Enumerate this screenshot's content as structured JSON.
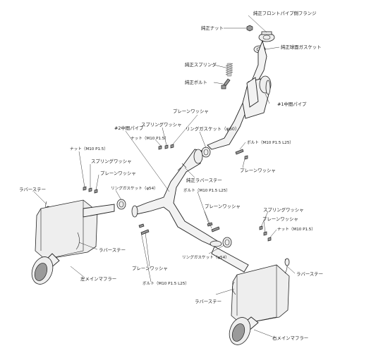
{
  "labels": {
    "front_pipe_flange": "純正フロントパイプ側フランジ",
    "oem_nut_top": "純正ナット",
    "oem_spherical_gasket": "純正球面ガスケット",
    "oem_spring": "純正スプリング",
    "oem_bolt": "純正ボルト",
    "mid_pipe_1": "#1中間パイプ",
    "plain_washer_upper": "プレーンワッシャ",
    "spring_washer_upper": "スプリングワッシャ",
    "nut_m10_upper": "ナット（M10 P1.5）",
    "ring_gasket_60": "リングガスケット（φ60）",
    "mid_pipe_2": "#2中間パイプ",
    "bolt_m10_l25_upper": "ボルト（M10 P1.5 L25）",
    "plain_washer_right": "プレーンワッシャ",
    "oem_rubber_stay": "純正ラバーステー",
    "nut_m10_left": "ナット（M10 P1.5）",
    "spring_washer_left": "スプリングワッシャ",
    "plain_washer_left": "プレーンワッシャ",
    "ring_gasket_54_left": "リングガスケット（φ54）",
    "rubber_stay_left_top": "ラバーステー",
    "bolt_m10_l25_mid": "ボルト（M10 P1.5 L25）",
    "plain_washer_mid": "プレーンワッシャ",
    "spring_washer_right": "スプリングワッシャ",
    "plain_washer_right2": "プレーンワッシャ",
    "nut_m10_right": "ナット（M10 P1.5）",
    "ring_gasket_54_right": "リングガスケット（φ54）",
    "rubber_stay_left_bottom": "ラバーステー",
    "plain_washer_bottom": "プレーンワッシャ",
    "bolt_m10_l25_bottom": "ボルト（M10 P1.5 L25）",
    "left_main_muffler": "左メインマフラー",
    "rubber_stay_right_upper": "ラバーステー",
    "rubber_stay_right_lower": "ラバーステー",
    "right_main_muffler": "右メインマフラー"
  }
}
